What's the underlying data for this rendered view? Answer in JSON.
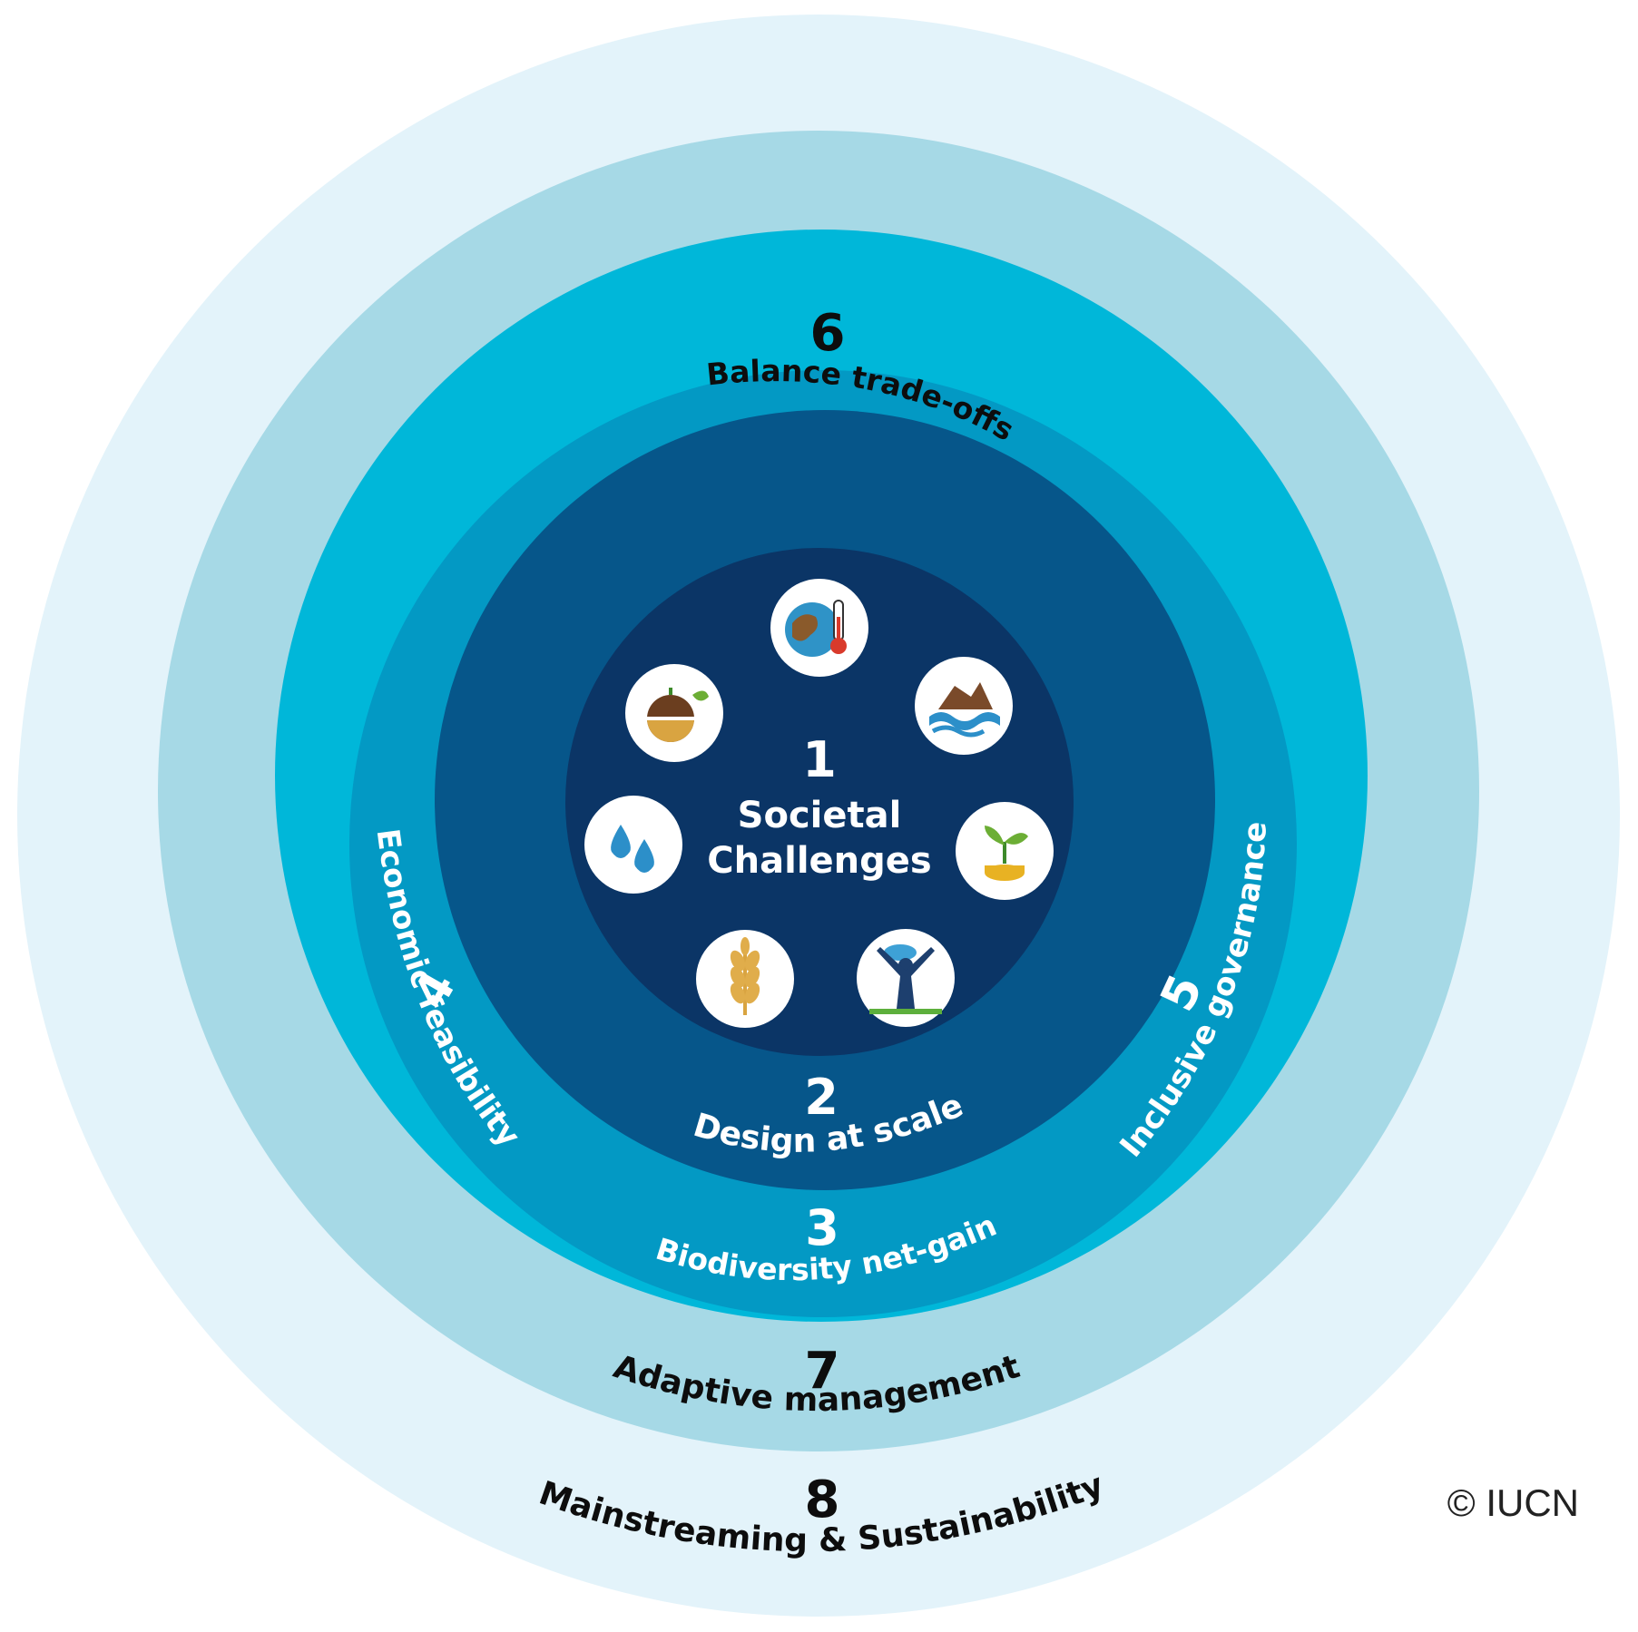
{
  "colors": {
    "ring8": "#e3f3fa",
    "ring7": "#a6d9e6",
    "ring6": "#00b7d9",
    "ring3": "#0399c4",
    "ring2": "#06568a",
    "core": "#0b3566",
    "dark_text": "#0d0d0d",
    "light_text": "#ffffff"
  },
  "principles": {
    "p1": {
      "number": "1",
      "line1": "Societal",
      "line2": "Challenges"
    },
    "p2": {
      "number": "2",
      "label": "Design at scale"
    },
    "p3": {
      "number": "3",
      "label": "Biodiversity net-gain"
    },
    "p4": {
      "number": "4",
      "label": "Economic feasibility"
    },
    "p5": {
      "number": "5",
      "label": "Inclusive governance"
    },
    "p6": {
      "number": "6",
      "label": "Balance trade-offs"
    },
    "p7": {
      "number": "7",
      "label": "Adaptive management"
    },
    "p8": {
      "number": "8",
      "label": "Mainstreaming & Sustainability"
    }
  },
  "icons": [
    {
      "name": "climate-thermometer-icon"
    },
    {
      "name": "disaster-flood-icon"
    },
    {
      "name": "economic-development-icon"
    },
    {
      "name": "human-health-icon"
    },
    {
      "name": "food-security-icon"
    },
    {
      "name": "water-security-icon"
    },
    {
      "name": "soil-degradation-icon"
    }
  ],
  "copyright": "© IUCN"
}
